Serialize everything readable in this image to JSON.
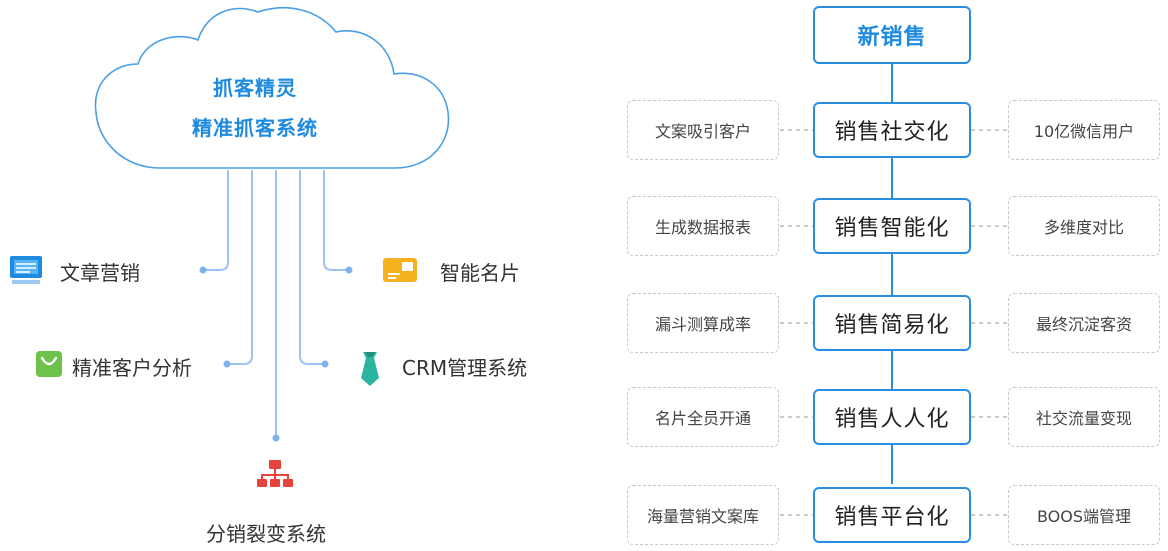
{
  "cloud": {
    "line1": "抓客精灵",
    "line2": "精准抓客系统"
  },
  "features": {
    "article": "文章营销",
    "card": "智能名片",
    "analysis": "精准客户分析",
    "crm": "CRM管理系统",
    "distribution": "分销裂变系统"
  },
  "colors": {
    "accent": "#2a8ee0",
    "connector": "#9cc3f0",
    "card_icon": "#f5b21e",
    "analysis_icon": "#6cc24a",
    "crm_icon": "#2bb5a0",
    "distribution_icon": "#e8433b",
    "article_icon": "#1e8ae0"
  },
  "diagram": {
    "top": "新销售",
    "rows": [
      {
        "main": "销售社交化",
        "left": "文案吸引客户",
        "right": "10亿微信用户"
      },
      {
        "main": "销售智能化",
        "left": "生成数据报表",
        "right": "多维度对比"
      },
      {
        "main": "销售简易化",
        "left": "漏斗测算成率",
        "right": "最终沉淀客资"
      },
      {
        "main": "销售人人化",
        "left": "名片全员开通",
        "right": "社交流量变现"
      },
      {
        "main": "销售平台化",
        "left": "海量营销文案库",
        "right": "BOOS端管理"
      }
    ]
  }
}
